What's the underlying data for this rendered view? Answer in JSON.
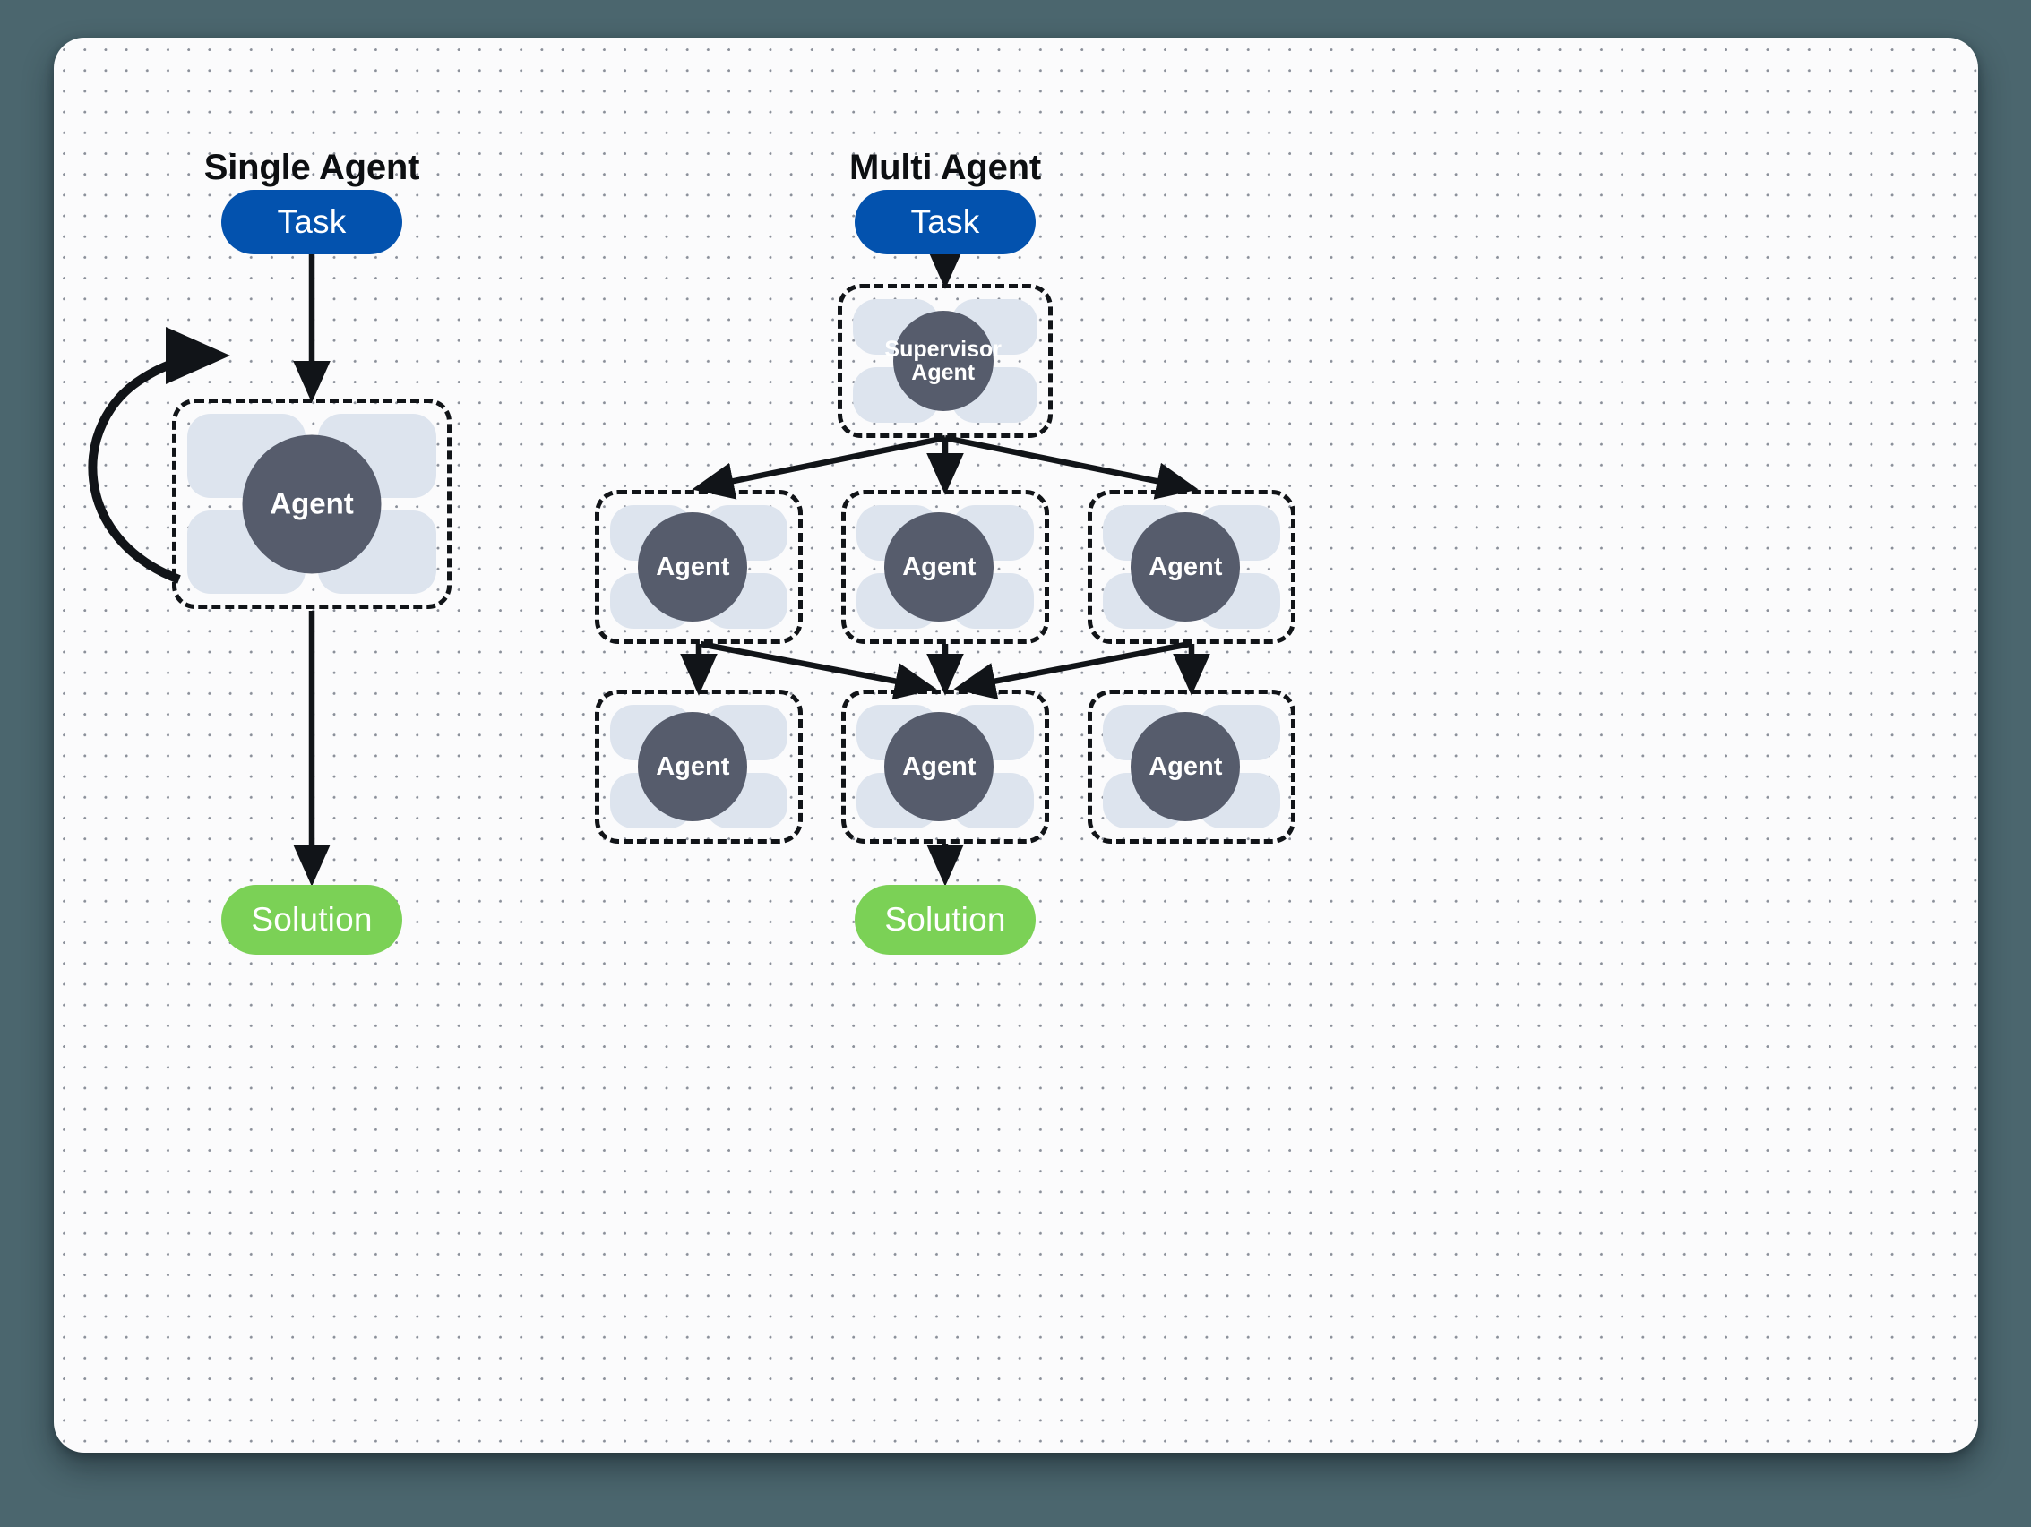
{
  "theme": {
    "page_background": "#4b666e",
    "card_background": "#fbfbfc",
    "dot_grid_color": "#8a8f99",
    "task_color": "#0352ae",
    "solution_color": "#7bd156",
    "tile_color": "#dde4ee",
    "agent_circle_color": "#565c6c",
    "stroke_color": "#111418",
    "title_color": "#0d0f12"
  },
  "columns": {
    "single": {
      "title": "Single Agent",
      "task_label": "Task",
      "agent_label": "Agent",
      "solution_label": "Solution"
    },
    "multi": {
      "title": "Multi Agent",
      "task_label": "Task",
      "supervisor_label_line1": "Supervisor",
      "supervisor_label_line2": "Agent",
      "solution_label": "Solution",
      "row1": [
        {
          "label": "Agent"
        },
        {
          "label": "Agent"
        },
        {
          "label": "Agent"
        }
      ],
      "row2": [
        {
          "label": "Agent"
        },
        {
          "label": "Agent"
        },
        {
          "label": "Agent"
        }
      ]
    }
  },
  "chart_data": {
    "type": "diagram",
    "title": "Single Agent vs Multi Agent architectures",
    "nodes": [
      {
        "id": "s-task",
        "label": "Task",
        "shape": "pill",
        "color": "#0352ae",
        "column": "single"
      },
      {
        "id": "s-agent",
        "label": "Agent",
        "shape": "agent-cluster",
        "column": "single"
      },
      {
        "id": "s-solution",
        "label": "Solution",
        "shape": "pill",
        "color": "#7bd156",
        "column": "single"
      },
      {
        "id": "m-task",
        "label": "Task",
        "shape": "pill",
        "color": "#0352ae",
        "column": "multi"
      },
      {
        "id": "m-supervisor",
        "label": "Supervisor Agent",
        "shape": "agent-cluster",
        "column": "multi"
      },
      {
        "id": "m-a1",
        "label": "Agent",
        "shape": "agent-cluster",
        "column": "multi",
        "row": 1
      },
      {
        "id": "m-a2",
        "label": "Agent",
        "shape": "agent-cluster",
        "column": "multi",
        "row": 1
      },
      {
        "id": "m-a3",
        "label": "Agent",
        "shape": "agent-cluster",
        "column": "multi",
        "row": 1
      },
      {
        "id": "m-b1",
        "label": "Agent",
        "shape": "agent-cluster",
        "column": "multi",
        "row": 2
      },
      {
        "id": "m-b2",
        "label": "Agent",
        "shape": "agent-cluster",
        "column": "multi",
        "row": 2
      },
      {
        "id": "m-b3",
        "label": "Agent",
        "shape": "agent-cluster",
        "column": "multi",
        "row": 2
      },
      {
        "id": "m-solution",
        "label": "Solution",
        "shape": "pill",
        "color": "#7bd156",
        "column": "multi"
      }
    ],
    "edges": [
      {
        "from": "s-task",
        "to": "s-agent",
        "style": "straight-arrow"
      },
      {
        "from": "s-agent",
        "to": "s-agent",
        "style": "self-loop-arrow"
      },
      {
        "from": "s-agent",
        "to": "s-solution",
        "style": "straight-arrow"
      },
      {
        "from": "m-task",
        "to": "m-supervisor",
        "style": "straight-arrow"
      },
      {
        "from": "m-supervisor",
        "to": "m-a1",
        "style": "straight-arrow"
      },
      {
        "from": "m-supervisor",
        "to": "m-a2",
        "style": "straight-arrow"
      },
      {
        "from": "m-supervisor",
        "to": "m-a3",
        "style": "straight-arrow"
      },
      {
        "from": "m-a1",
        "to": "m-b1",
        "style": "straight-arrow"
      },
      {
        "from": "m-a1",
        "to": "m-b2",
        "style": "straight-arrow"
      },
      {
        "from": "m-a2",
        "to": "m-b2",
        "style": "straight-arrow"
      },
      {
        "from": "m-a3",
        "to": "m-b2",
        "style": "straight-arrow"
      },
      {
        "from": "m-a3",
        "to": "m-b3",
        "style": "straight-arrow"
      },
      {
        "from": "m-b2",
        "to": "m-solution",
        "style": "straight-arrow"
      }
    ]
  }
}
